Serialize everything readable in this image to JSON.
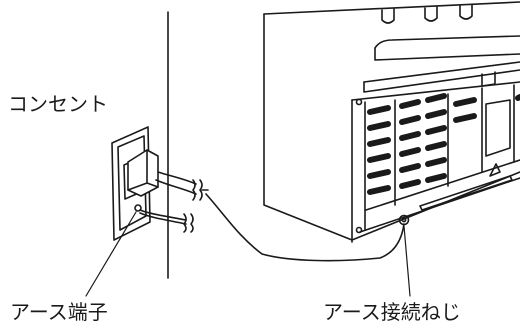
{
  "labels": {
    "outlet": "コンセント",
    "earth_terminal": "アース端子",
    "earth_screw": "アース接続ねじ"
  }
}
